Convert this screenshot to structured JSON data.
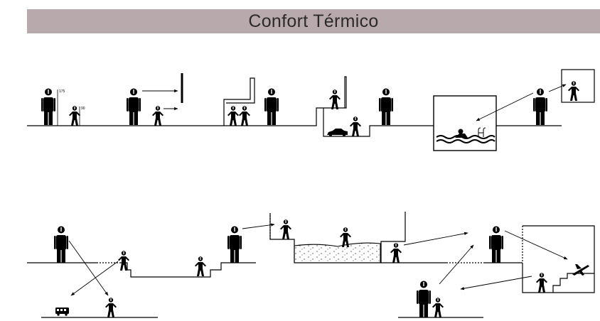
{
  "title": "Confort Térmico",
  "labels": {
    "height_adult": "175",
    "height_child": "90"
  },
  "colors": {
    "title_bar": "#b7a9ac",
    "ink": "#000000",
    "sand_fill": "#ececec"
  },
  "icons": [
    "person-adult-icon",
    "person-child-icon",
    "car-icon",
    "swimmer-icon",
    "pool-ladder-icon",
    "bus-icon",
    "airplane-icon",
    "sand-dots-pattern"
  ]
}
